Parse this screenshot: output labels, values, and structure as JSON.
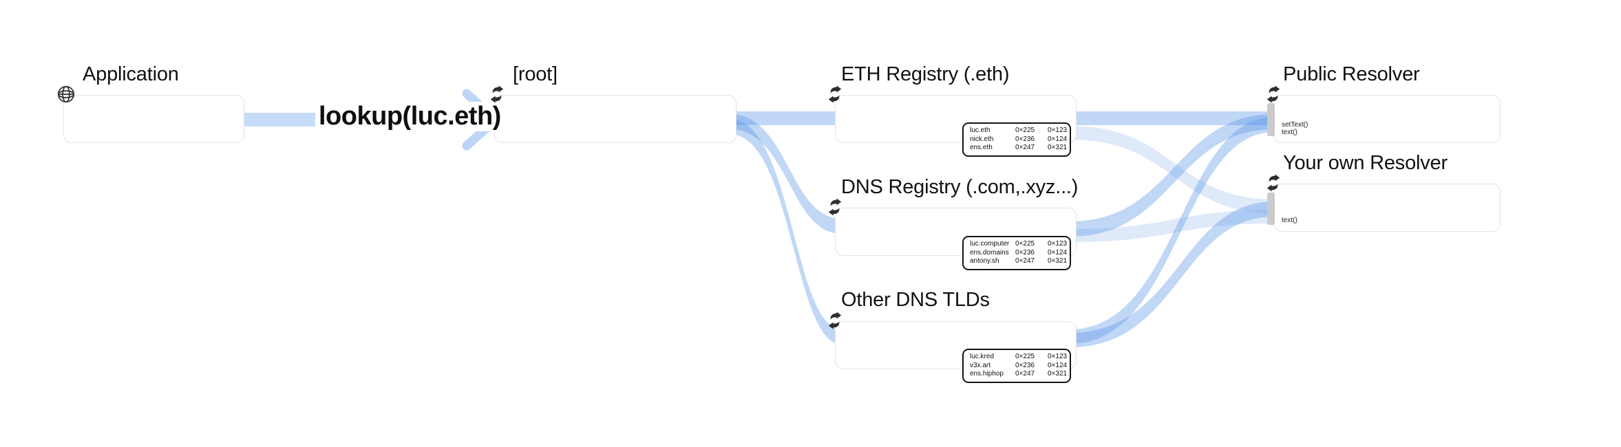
{
  "lookup": {
    "label": "lookup(luc.eth)"
  },
  "nodes": {
    "app": {
      "title": "Application",
      "icon": "globe-icon"
    },
    "root": {
      "title": "[root]",
      "icon": "cycle-icon"
    },
    "eth": {
      "title": "ETH Registry (.eth)",
      "icon": "cycle-icon",
      "table": [
        [
          "luc.eth",
          "0×225",
          "0×123"
        ],
        [
          "nick.eth",
          "0×236",
          "0×124"
        ],
        [
          "ens.eth",
          "0×247",
          "0×321"
        ]
      ]
    },
    "dns": {
      "title": "DNS Registry (.com,.xyz...)",
      "icon": "cycle-icon",
      "table": [
        [
          "luc.computer",
          "0×225",
          "0×123"
        ],
        [
          "ens.domains",
          "0×236",
          "0×124"
        ],
        [
          "antony.sh",
          "0×247",
          "0×321"
        ]
      ]
    },
    "other": {
      "title": "Other DNS TLDs",
      "icon": "cycle-icon",
      "table": [
        [
          "luc.kred",
          "0×225",
          "0×123"
        ],
        [
          "v3x.art",
          "0×236",
          "0×124"
        ],
        [
          "ens.hiphop",
          "0×247",
          "0×321"
        ]
      ]
    },
    "public": {
      "title": "Public Resolver",
      "icon": "cycle-icon",
      "methods": [
        "setText()",
        "text()"
      ]
    },
    "your": {
      "title": "Your own Resolver",
      "icon": "cycle-icon",
      "methods": [
        "text()"
      ]
    }
  },
  "edges": [
    {
      "from": "Application",
      "to": "[root]",
      "label": "lookup(luc.eth)"
    },
    {
      "from": "[root]",
      "to": "ETH Registry (.eth)"
    },
    {
      "from": "[root]",
      "to": "DNS Registry (.com,.xyz...)"
    },
    {
      "from": "[root]",
      "to": "Other DNS TLDs"
    },
    {
      "from": "ETH Registry (.eth)",
      "to": "Public Resolver"
    },
    {
      "from": "ETH Registry (.eth)",
      "to": "Your own Resolver",
      "emphasis": "light"
    },
    {
      "from": "DNS Registry (.com,.xyz...)",
      "to": "Public Resolver"
    },
    {
      "from": "DNS Registry (.com,.xyz...)",
      "to": "Your own Resolver",
      "emphasis": "light"
    },
    {
      "from": "Other DNS TLDs",
      "to": "Public Resolver"
    },
    {
      "from": "Other DNS TLDs",
      "to": "Your own Resolver"
    }
  ],
  "colors": {
    "ribbon": "#5b97e8",
    "ribbon_opacity": "0.38",
    "ribbon_light_opacity": "0.20",
    "lookup_band": "#c6dbf8",
    "lookup_chevron": "#bed5f8",
    "port": "#cbcbcd",
    "box_border": "#e3e3e7",
    "table_border": "#141414",
    "text": "#111111"
  }
}
